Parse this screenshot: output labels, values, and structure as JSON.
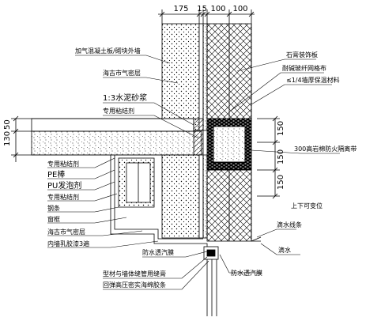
{
  "dimensions": {
    "top": [
      "175",
      "15",
      "100",
      "100"
    ],
    "left": [
      "130",
      "50"
    ],
    "right": [
      "150",
      "150",
      "150"
    ]
  },
  "labels_left_upper": {
    "aerated_block_wall": "加气混凝土板/砌块外墙",
    "gas_seal_layer": "海古市气密层",
    "cement_mortar": "1:3水泥砂浆",
    "special_adhesive_top": "专用粘结剂"
  },
  "labels_left_lower": [
    "专用粘结剂",
    "PE棒",
    "PU发泡剂",
    "专用粘结剂",
    "钢条",
    "窗框",
    "海古市气密层",
    "内墙乳胶漆3遍"
  ],
  "labels_right": {
    "gypsum_board": "石膏装饰板",
    "fiberglass_mesh": "耐碱玻纤网格布",
    "insulation": "≤1/4墙厚保温材料",
    "fire_barrier": "300高岩棉防火隔离带",
    "tolerance": "上下可变位",
    "drip_bead": "滴水线条",
    "drip": "滴水"
  },
  "labels_bottom": {
    "waterproof_breathable": "防水透汽膜",
    "waterproof_vapor": "防水透汽膜",
    "profile_wall_sealant": "型材与墙体缝管用缝膏",
    "hollow_sealant": "回弹高压密实海绵胶条"
  },
  "colors": {
    "line": "#000000",
    "background": "#ffffff"
  }
}
